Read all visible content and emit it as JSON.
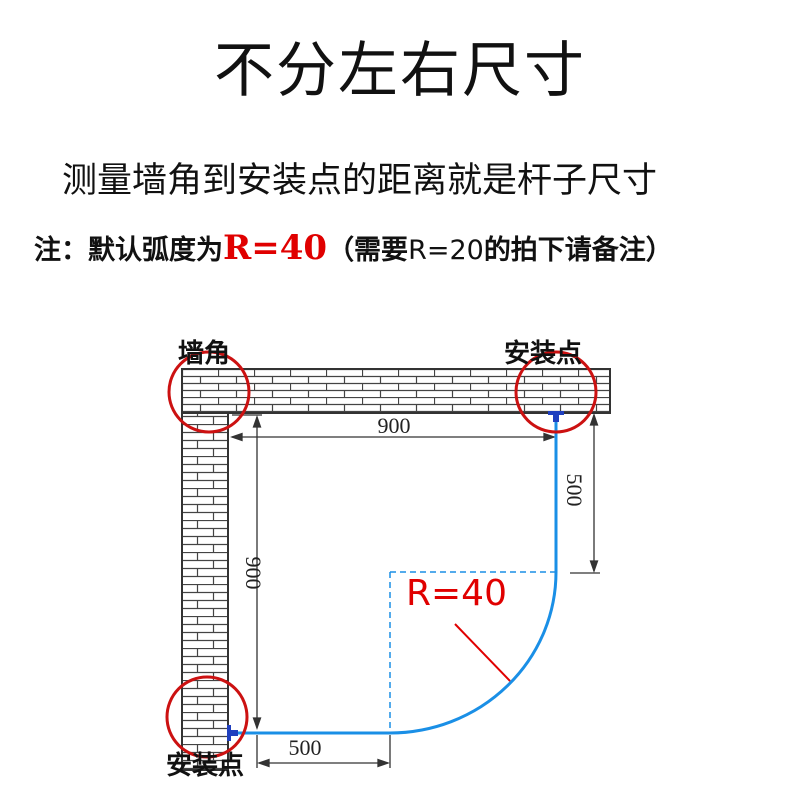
{
  "title": "不分左右尺寸",
  "subtitle": "测量墙角到安装点的距离就是杆子尺寸",
  "note": {
    "prefix": "注：默认弧度为",
    "radius_value": "R=40",
    "open_paren": "（需要",
    "r20": "R=20",
    "suffix": "的拍下请备注）"
  },
  "diagram": {
    "corner_label": "墙角",
    "install_top_label": "安装点",
    "install_bottom_label": "安装点",
    "dim_top": "900",
    "dim_left": "900",
    "dim_right": "500",
    "dim_bottom": "500",
    "radius_label": "R=40"
  },
  "colors": {
    "marker_circle": "#cc1111",
    "rod": "#1a8fe6",
    "radius_text": "#e00000"
  }
}
